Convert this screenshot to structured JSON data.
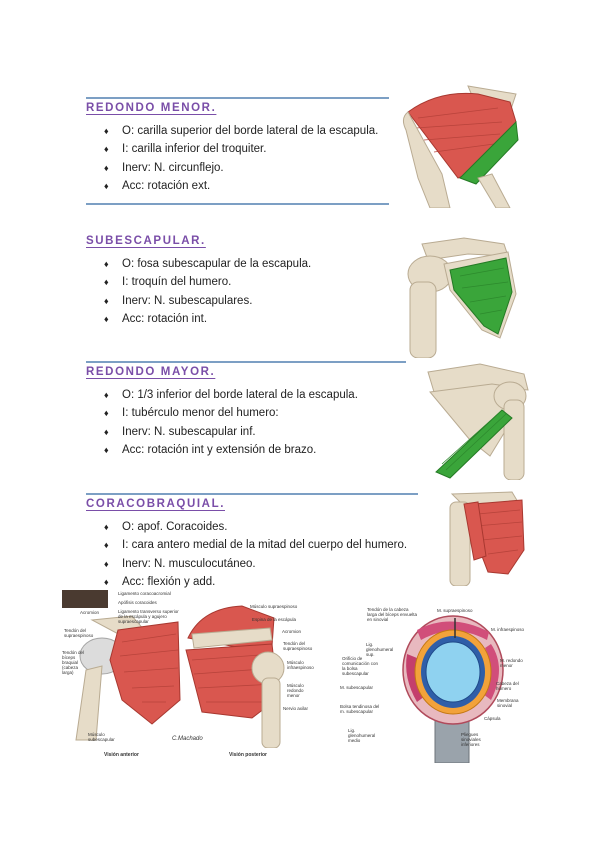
{
  "sections": [
    {
      "heading": "REDONDO MENOR.",
      "items": [
        "O: carilla superior del borde lateral de la escapula.",
        "I: carilla inferior del troquiter.",
        "Inerv: N. circunflejo.",
        "Acc: rotación ext."
      ]
    },
    {
      "heading": "SUBESCAPULAR.",
      "items": [
        "O: fosa subescapular de la escapula.",
        "I: troquín del humero.",
        "Inerv: N. subescapulares.",
        "Acc: rotación int."
      ]
    },
    {
      "heading": "REDONDO MAYOR.",
      "items": [
        "O: 1/3 inferior del borde lateral de la escapula.",
        "I: tubérculo menor del humero:",
        "Inerv: N. subescapular inf.",
        "Acc: rotación int y extensión de brazo."
      ]
    },
    {
      "heading": "CORACOBRAQUIAL.",
      "items": [
        "O: apof. Coracoides.",
        "I: cara antero medial de la mitad del cuerpo del humero.",
        "Inerv: N. musculocutáneo.",
        "Acc: flexión y add."
      ]
    }
  ],
  "bullet_glyph": "♦",
  "colors": {
    "heading": "#7a4ea8",
    "rule": "#7c9fc4",
    "highlight_muscle": "#3aa53a",
    "muscle": "#d9574f",
    "bone": "#e6dcc8"
  },
  "figure_left_labels": [
    "Ligamento coracoacromial",
    "Apófisis coracoides",
    "Ligamento transverso superior de la escápula y agujero supraescapular",
    "Acromion",
    "Tendón del supraespinoso",
    "Tendón del bíceps braquial (cabeza larga)",
    "Músculo subescapular",
    "Visión anterior"
  ],
  "figure_mid_labels": [
    "Músculo supraespinoso",
    "Espina de la escápula",
    "Acromion",
    "Tendón del supraespinoso",
    "Músculo infraespinoso",
    "Músculo redondo menor",
    "Nervio axilar",
    "Visión posterior"
  ],
  "figure_right_labels": [
    "Tendón de la cabeza larga del bíceps envuelta en sinovial",
    "M. supraespinoso",
    "M. infraespinoso",
    "Lig. glenohumeral sup.",
    "Orificio de comunicación con la bolsa subescapular",
    "M. subescapular",
    "M. redondo menor",
    "Cabeza del húmero",
    "Bolsa tendinosa del m. subescapular",
    "Membrana sinovial",
    "Cápsula",
    "Lig. glenohumeral medio",
    "Pliegues sinoviales inferiores"
  ]
}
